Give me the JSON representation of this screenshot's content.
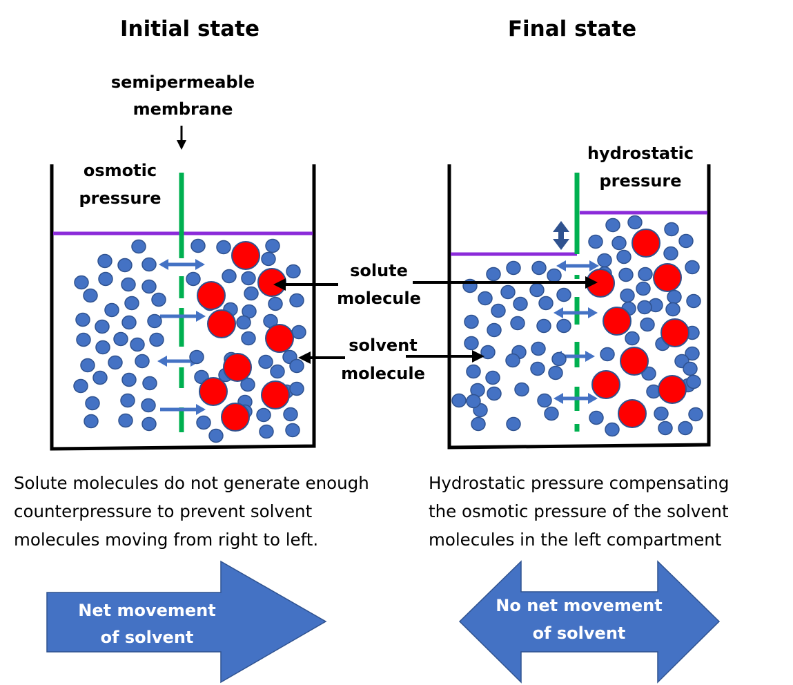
{
  "colors": {
    "solvent": "#4472C4",
    "solvent_stroke": "#2F528F",
    "solute": "#FF0000",
    "solute_stroke": "#2F528F",
    "membrane": "#00B050",
    "liquid_level": "#8B2BD9",
    "container": "#000000",
    "flow_arrow": "#4472C4",
    "big_arrow": "#4472C4",
    "big_arrow_text": "#FFFFFF"
  },
  "initial": {
    "title": "Initial state",
    "membrane_label": [
      "semipermeable",
      "membrane"
    ],
    "osmotic_label": [
      "osmotic",
      "pressure"
    ],
    "description": [
      "Solute molecules do not generate enough",
      "counterpressure to prevent solvent",
      "molecules moving from right to left."
    ],
    "big_arrow": {
      "type": "right-arrow",
      "lines": [
        "Net movement",
        "of solvent"
      ]
    },
    "flow_arrows": [
      "double",
      "right",
      "double",
      "right"
    ]
  },
  "final": {
    "title": "Final state",
    "hydrostatic_label": [
      "hydrostatic",
      "pressure"
    ],
    "description": [
      "Hydrostatic pressure compensating",
      "the osmotic pressure of the solvent",
      "molecules in the left compartment"
    ],
    "big_arrow": {
      "type": "double-arrow",
      "lines": [
        "No net movement",
        "of solvent"
      ]
    },
    "flow_arrows": [
      "double",
      "double",
      "double",
      "double"
    ]
  },
  "shared_labels": {
    "solute": [
      "solute",
      "molecule"
    ],
    "solvent": [
      "solvent",
      "molecule"
    ]
  }
}
